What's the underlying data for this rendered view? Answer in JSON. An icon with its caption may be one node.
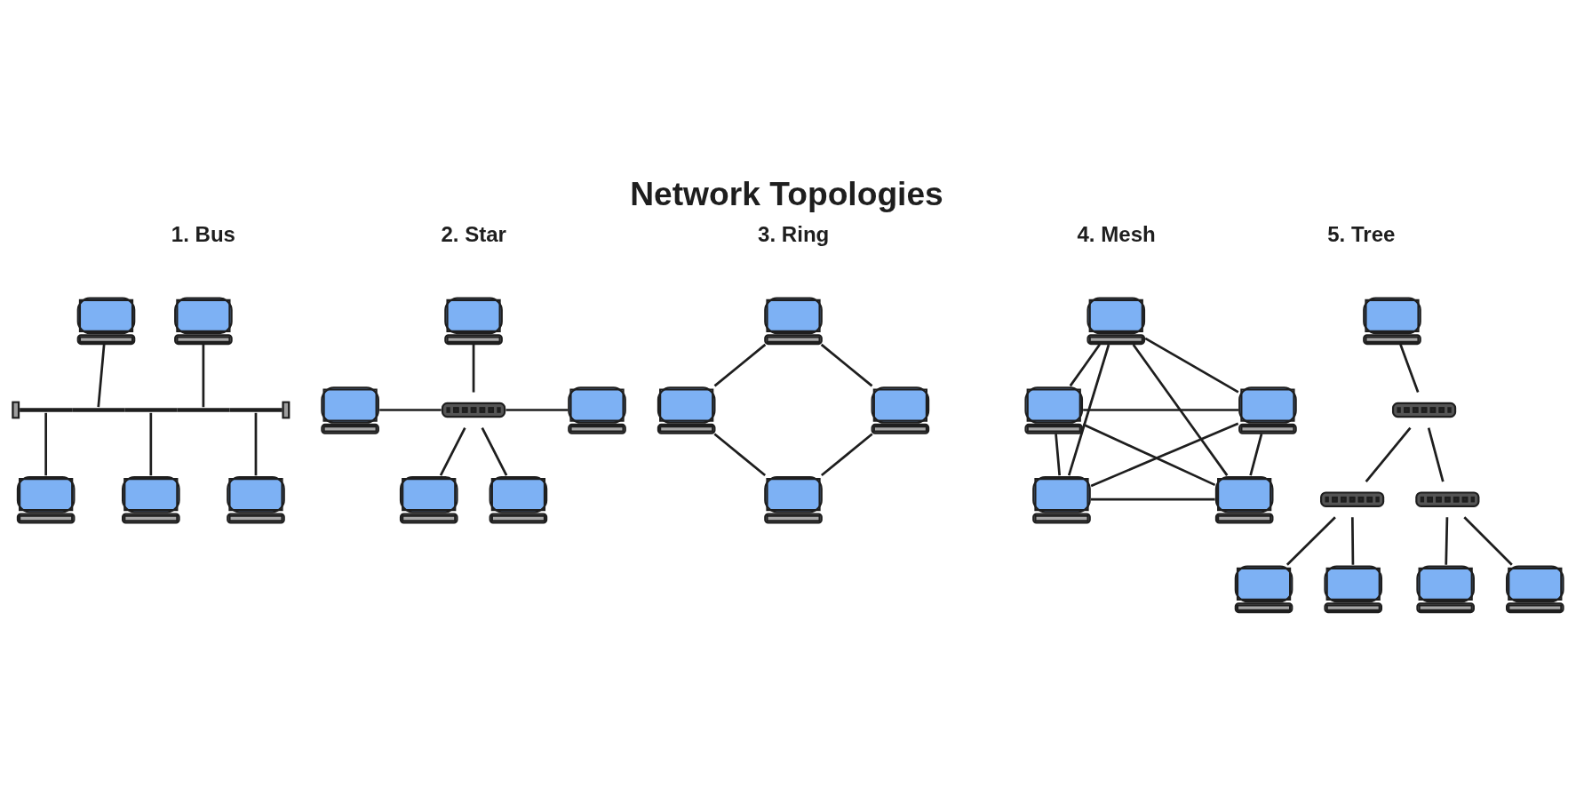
{
  "diagram": {
    "title": "Network Topologies",
    "nodes": [
      {
        "text": [],
        "shape": "laptop"
      },
      {
        "text": [],
        "shape": "laptop"
      },
      {
        "text": [],
        "shape": "bar"
      },
      {
        "text": [],
        "shape": "laptop"
      },
      {
        "text": [],
        "shape": "laptop"
      },
      {
        "text": [],
        "shape": "laptop"
      },
      {
        "text": [],
        "shape": "laptop"
      },
      {
        "text": [],
        "shape": "laptop"
      },
      {
        "text": [],
        "shape": "switch"
      },
      {
        "text": [],
        "shape": "laptop"
      },
      {
        "text": [],
        "shape": "laptop"
      },
      {
        "text": [],
        "shape": "laptop"
      },
      {
        "text": [],
        "shape": "laptop"
      },
      {
        "text": [],
        "shape": "laptop"
      },
      {
        "text": [],
        "shape": "laptop"
      },
      {
        "text": [],
        "shape": "laptop"
      },
      {
        "text": [],
        "shape": "laptop"
      },
      {
        "text": [],
        "shape": "laptop"
      },
      {
        "text": [],
        "shape": "laptop"
      },
      {
        "text": [],
        "shape": "laptop"
      },
      {
        "text": [],
        "shape": "laptop"
      },
      {
        "text": [],
        "shape": "laptop"
      },
      {
        "text": [],
        "shape": "switch"
      },
      {
        "text": [],
        "shape": "switch"
      },
      {
        "text": [],
        "shape": "switch"
      },
      {
        "text": [],
        "shape": "laptop"
      },
      {
        "text": [],
        "shape": "laptop"
      },
      {
        "text": [],
        "shape": "laptop"
      },
      {
        "text": [],
        "shape": "laptop"
      }
    ],
    "edges": [
      {
        "from": 0,
        "to": 2,
        "arrow": "none"
      },
      {
        "from": 1,
        "to": 2,
        "arrow": "none"
      },
      {
        "from": 2,
        "to": 3,
        "arrow": "none"
      },
      {
        "from": 2,
        "to": 4,
        "arrow": "none"
      },
      {
        "from": 2,
        "to": 5,
        "arrow": "none"
      },
      {
        "from": 6,
        "to": 8,
        "arrow": "none"
      },
      {
        "from": 7,
        "to": 8,
        "arrow": "none"
      },
      {
        "from": 8,
        "to": 9,
        "arrow": "none"
      },
      {
        "from": 8,
        "to": 10,
        "arrow": "none"
      },
      {
        "from": 8,
        "to": 11,
        "arrow": "none"
      },
      {
        "from": 12,
        "to": 14,
        "arrow": "none"
      },
      {
        "from": 14,
        "to": 15,
        "arrow": "none"
      },
      {
        "from": 13,
        "to": 15,
        "arrow": "none"
      },
      {
        "from": 12,
        "to": 13,
        "arrow": "none"
      },
      {
        "from": 16,
        "to": 17,
        "arrow": "none"
      },
      {
        "from": 16,
        "to": 18,
        "arrow": "none"
      },
      {
        "from": 16,
        "to": 19,
        "arrow": "none"
      },
      {
        "from": 16,
        "to": 20,
        "arrow": "none"
      },
      {
        "from": 17,
        "to": 18,
        "arrow": "none"
      },
      {
        "from": 17,
        "to": 19,
        "arrow": "none"
      },
      {
        "from": 17,
        "to": 20,
        "arrow": "none"
      },
      {
        "from": 18,
        "to": 19,
        "arrow": "none"
      },
      {
        "from": 18,
        "to": 20,
        "arrow": "none"
      },
      {
        "from": 19,
        "to": 20,
        "arrow": "none"
      },
      {
        "from": 21,
        "to": 22,
        "arrow": "none"
      },
      {
        "from": 22,
        "to": 23,
        "arrow": "none"
      },
      {
        "from": 22,
        "to": 24,
        "arrow": "none"
      },
      {
        "from": 23,
        "to": 25,
        "arrow": "none"
      },
      {
        "from": 23,
        "to": 26,
        "arrow": "none"
      },
      {
        "from": 24,
        "to": 27,
        "arrow": "none"
      },
      {
        "from": 24,
        "to": 28,
        "arrow": "none"
      }
    ],
    "labels": [
      "1. Bus",
      "2. Star",
      "3. Ring",
      "4. Mesh",
      "5. Tree"
    ]
  }
}
